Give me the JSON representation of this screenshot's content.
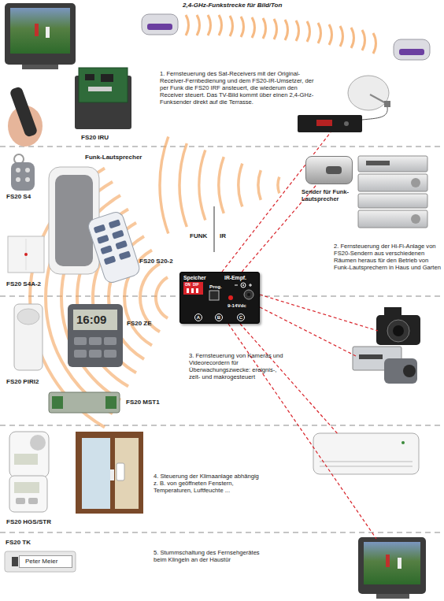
{
  "diagram": {
    "nodes": [
      {
        "text": [
          "Speicher",
          "IR-Empf.",
          "Prog.",
          "A",
          "B",
          "C",
          "9-14Vdc"
        ]
      },
      {
        "text": [
          "Sender für Funk-Lautsprecher"
        ]
      },
      {
        "text": [
          "FS20 TK",
          "Peter Meier"
        ]
      }
    ],
    "edges": [
      {
        "from": 0,
        "to": 1,
        "arrow": "none"
      }
    ],
    "labels": [
      "2,4-GHz-Funkstrecke für Bild/Ton",
      "1. Fernsteuerung des Sat-Receivers mit der Original-Receiver-Fernbedienung und dem FS20-IR-Umsetzer, der per Funk die FS20 IRF ansteuert, die wiederum den Receiver steuert. Das TV-Bild kommt über einen 2,4-GHz-Funksender direkt auf die Terrasse.",
      "FS20 IRU",
      "Funk-Lautsprecher",
      "FS20 S4",
      "FS20 S20-2",
      "FUNK",
      "IR",
      "FS20 S4A-2",
      "2. Fernsteuerung der Hi-Fi-Anlage von FS20-Sendern aus verschiedenen Räumen heraus für den Betrieb von Funk-Lautsprechern in Haus und Garten",
      "16:09",
      "FS20 ZE",
      "FS20 PIRI2",
      "3. Fernsteuerung von Kameras und Videorecordern für Überwachungszwecke: ereignis-, zeit- und makrogesteuert",
      "FS20 MST1",
      "4. Steuerung der Klimaanlage abhängig z. B. von geöffneten Fenstern, Temperaturen, Luftfeuchte ...",
      "FS20 HGS/STR",
      "5. Stummschaltung des Fernsehgerätes beim Klingeln an der Haustür",
      "ON",
      "DIP"
    ]
  }
}
